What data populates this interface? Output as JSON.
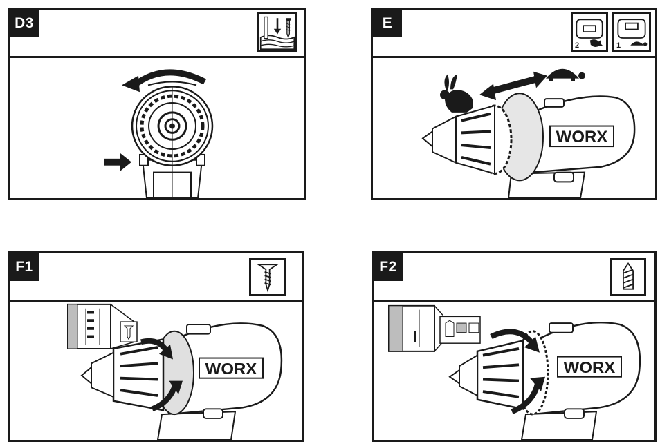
{
  "panels": [
    {
      "id": "D3",
      "label": "D3"
    },
    {
      "id": "E",
      "label": "E",
      "gear_icons": [
        {
          "number": "2"
        },
        {
          "number": "1"
        }
      ]
    },
    {
      "id": "F1",
      "label": "F1"
    },
    {
      "id": "F2",
      "label": "F2"
    }
  ],
  "brand": "WORX",
  "icons": {
    "d3_mode": "screw-into-wood-icon",
    "e_speed_high": "rabbit-icon",
    "e_speed_low": "turtle-icon",
    "f1_mode": "screw-icon",
    "f2_mode": "drill-bit-icon"
  }
}
